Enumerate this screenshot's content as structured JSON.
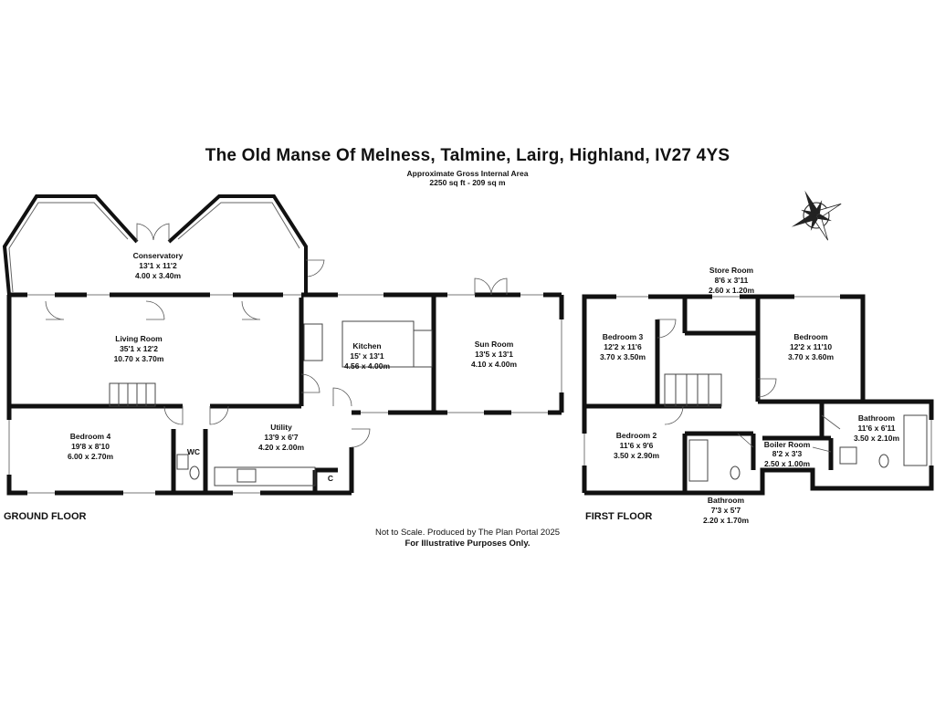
{
  "header": {
    "title": "The Old Manse Of Melness, Talmine, Lairg, Highland, IV27 4YS",
    "area_label": "Approximate Gross Internal Area",
    "area_value": "2250 sq ft - 209 sq m"
  },
  "floors": {
    "ground_label": "GROUND FLOOR",
    "first_label": "FIRST FLOOR"
  },
  "rooms": {
    "conservatory": {
      "name": "Conservatory",
      "imperial": "13'1 x 11'2",
      "metric": "4.00 x 3.40m"
    },
    "living": {
      "name": "Living Room",
      "imperial": "35'1 x 12'2",
      "metric": "10.70 x 3.70m"
    },
    "kitchen": {
      "name": "Kitchen",
      "imperial": "15' x 13'1",
      "metric": "4.56 x 4.00m"
    },
    "sun": {
      "name": "Sun Room",
      "imperial": "13'5 x 13'1",
      "metric": "4.10 x 4.00m"
    },
    "bedroom4": {
      "name": "Bedroom 4",
      "imperial": "19'8 x 8'10",
      "metric": "6.00 x 2.70m"
    },
    "wc": {
      "name": "WC"
    },
    "utility": {
      "name": "Utility",
      "imperial": "13'9 x 6'7",
      "metric": "4.20 x 2.00m"
    },
    "cupboard": {
      "name": "C"
    },
    "store": {
      "name": "Store Room",
      "imperial": "8'6 x 3'11",
      "metric": "2.60 x 1.20m"
    },
    "bedroom3": {
      "name": "Bedroom 3",
      "imperial": "12'2 x 11'6",
      "metric": "3.70 x 3.50m"
    },
    "bedroom": {
      "name": "Bedroom",
      "imperial": "12'2 x 11'10",
      "metric": "3.70 x 3.60m"
    },
    "bathroom1": {
      "name": "Bathroom",
      "imperial": "11'6 x 6'11",
      "metric": "3.50 x 2.10m"
    },
    "bedroom2": {
      "name": "Bedroom 2",
      "imperial": "11'6 x 9'6",
      "metric": "3.50 x 2.90m"
    },
    "boiler": {
      "name": "Boiler Room",
      "imperial": "8'2 x 3'3",
      "metric": "2.50 x 1.00m"
    },
    "bathroom2": {
      "name": "Bathroom",
      "imperial": "7'3 x 5'7",
      "metric": "2.20 x 1.70m"
    }
  },
  "footer": {
    "line1": "Not to Scale. Produced by The Plan Portal 2025",
    "line2": "For Illustrative Purposes Only."
  },
  "icons": [
    "compass-rose-icon"
  ]
}
